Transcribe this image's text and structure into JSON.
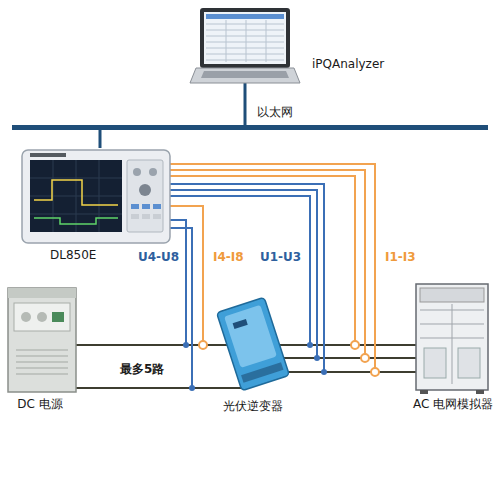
{
  "diagram": {
    "nodes": [
      {
        "text": [
          "iPQAnalyzer"
        ]
      },
      {
        "text": [
          "以太网"
        ]
      },
      {
        "text": [
          "DL850E"
        ]
      },
      {
        "text": [
          "DC 电源"
        ]
      },
      {
        "text": [
          "光伏逆变器"
        ]
      },
      {
        "text": [
          "AC 电网模拟器"
        ]
      }
    ],
    "edges": [
      {
        "from": 0,
        "to": 1,
        "arrow": "none"
      },
      {
        "from": 1,
        "to": 2,
        "arrow": "none"
      },
      {
        "from": 3,
        "to": 4,
        "arrow": "none"
      },
      {
        "from": 4,
        "to": 5,
        "arrow": "none"
      }
    ],
    "labels": [
      "U4-U8",
      "I4-I8",
      "U1-U3",
      "I1-I3",
      "最多5路"
    ]
  }
}
